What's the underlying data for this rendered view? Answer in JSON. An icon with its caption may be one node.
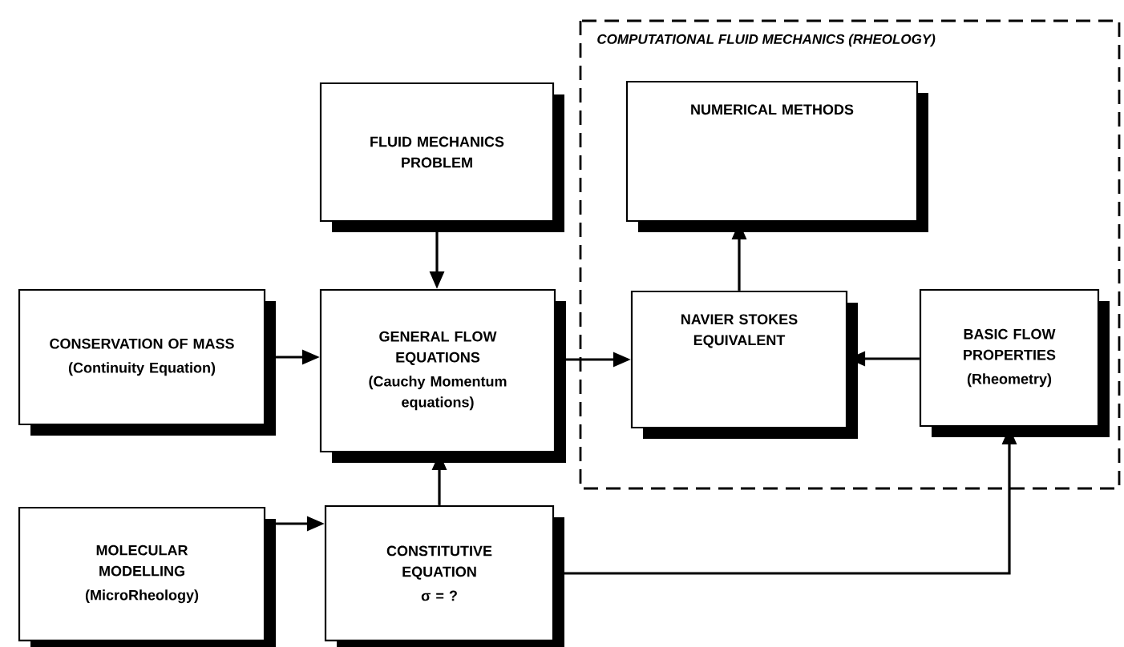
{
  "diagram": {
    "nodes": [
      {
        "text": [
          "FLUID MECHANICS PROBLEM"
        ]
      },
      {
        "text": [
          "COMPUTATIONAL FLUID MECHANICS  (RHEOLOGY)"
        ]
      },
      {
        "text": [
          "NUMERICAL METHODS"
        ],
        "in": 1
      },
      {
        "text": [
          "CONSERVATION OF MASS",
          "(Continuity Equation)"
        ]
      },
      {
        "text": [
          "GENERAL FLOW EQUATIONS",
          "(Cauchy Momentum equations)"
        ]
      },
      {
        "text": [
          "NAVIER STOKES EQUIVALENT"
        ],
        "in": 1
      },
      {
        "text": [
          "BASIC FLOW PROPERTIES",
          "(Rheometry)"
        ],
        "in": 1
      },
      {
        "text": [
          "MOLECULAR MODELLING",
          "(MicroRheology)"
        ]
      },
      {
        "text": [
          "CONSTITUTIVE EQUATION",
          "σ = ?"
        ]
      }
    ],
    "edges": [
      {
        "from": 0,
        "to": 4,
        "arrow": "to"
      },
      {
        "from": 3,
        "to": 4,
        "arrow": "to"
      },
      {
        "from": 8,
        "to": 4,
        "arrow": "to"
      },
      {
        "from": 7,
        "to": 8,
        "arrow": "to"
      },
      {
        "from": 4,
        "to": 5,
        "arrow": "to"
      },
      {
        "from": 5,
        "to": 2,
        "arrow": "to"
      },
      {
        "from": 6,
        "to": 5,
        "arrow": "to"
      },
      {
        "from": 8,
        "to": 6,
        "arrow": "to"
      }
    ]
  }
}
